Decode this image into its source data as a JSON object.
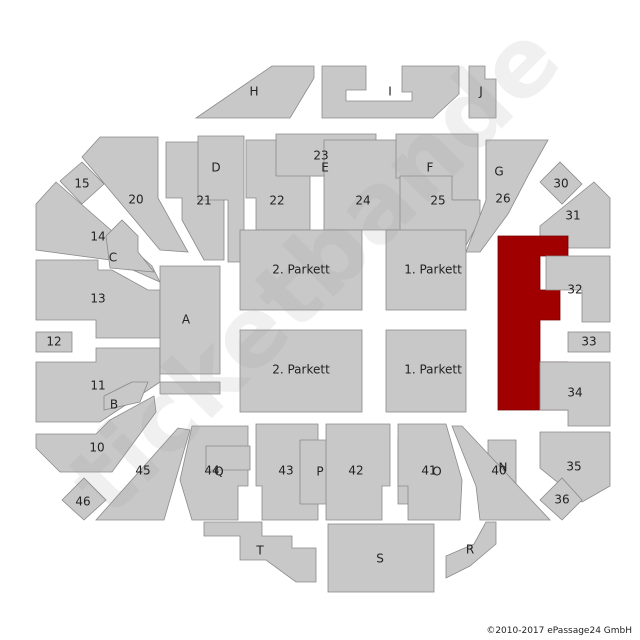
{
  "watermark": "ticketbande",
  "copyright": "©2010-2017 ePassage24 GmbH",
  "colors": {
    "section": "#c8c8c8",
    "selected": "#a00000"
  },
  "labels": {
    "H": "H",
    "I": "I",
    "J": "J",
    "D": "D",
    "E": "E",
    "F": "F",
    "G": "G",
    "C": "C",
    "B": "B",
    "A": "A",
    "T": "T",
    "S": "S",
    "R": "R",
    "Q": "Q",
    "P": "P",
    "O": "O",
    "N": "N",
    "s10": "10",
    "s11": "11",
    "s12": "12",
    "s13": "13",
    "s14": "14",
    "s15": "15",
    "s20": "20",
    "s21": "21",
    "s22": "22",
    "s23": "23",
    "s24": "24",
    "s25": "25",
    "s26": "26",
    "s30": "30",
    "s31": "31",
    "s32": "32",
    "s33": "33",
    "s34": "34",
    "s35": "35",
    "s36": "36",
    "s40": "40",
    "s41": "41",
    "s42": "42",
    "s43": "43",
    "s44": "44",
    "s45": "45",
    "s46": "46",
    "p2top": "2. Parkett",
    "p1top": "1. Parkett",
    "p2bot": "2. Parkett",
    "p1bot": "1. Parkett"
  }
}
